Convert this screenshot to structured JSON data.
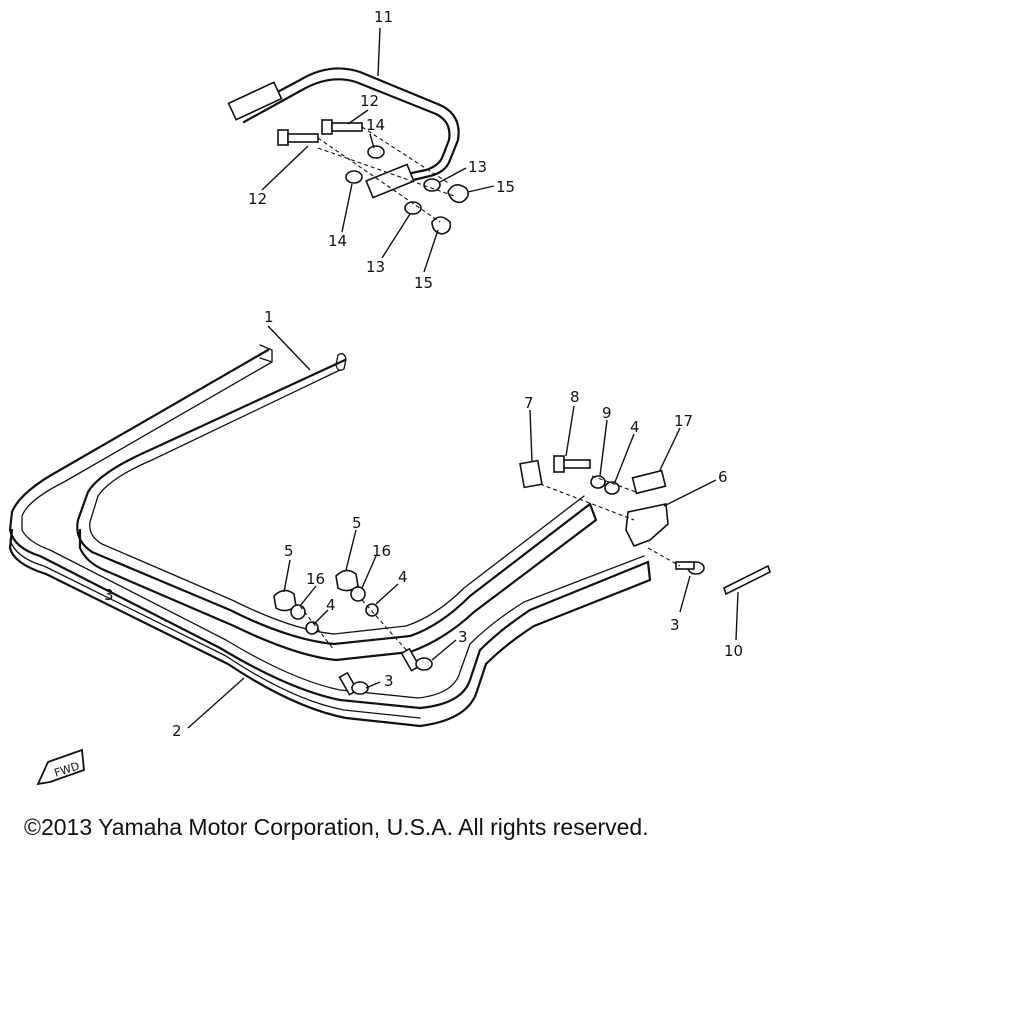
{
  "diagram": {
    "callouts": [
      "11",
      "12",
      "14",
      "12",
      "14",
      "13",
      "15",
      "13",
      "15",
      "1",
      "7",
      "8",
      "9",
      "4",
      "17",
      "6",
      "5",
      "5",
      "16",
      "16",
      "4",
      "4",
      "3",
      "3",
      "3",
      "3",
      "10",
      "2"
    ],
    "fwd_label": "FWD"
  },
  "footer": {
    "copyright": "©2013 Yamaha Motor Corporation, U.S.A. All rights reserved."
  }
}
